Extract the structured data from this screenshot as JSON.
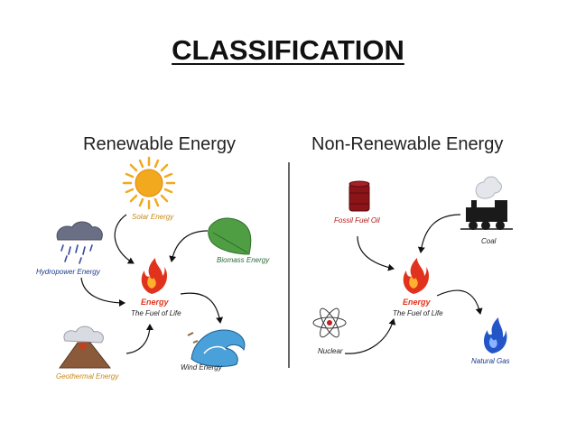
{
  "title": "CLASSIFICATION",
  "renewable": {
    "header": "Renewable Energy",
    "sources": {
      "solar": "Solar Energy",
      "biomass": "Biomass Energy",
      "hydro": "Hydropower Energy",
      "wind": "Wind Energy",
      "geothermal": "Geothermal Energy"
    },
    "center_word": "Energy",
    "center_sub": "The Fuel of Life"
  },
  "nonrenewable": {
    "header": "Non-Renewable Energy",
    "sources": {
      "oil": "Fossil Fuel Oil",
      "coal": "Coal",
      "nuclear": "Nuclear",
      "gas": "Natural Gas"
    },
    "center_word": "Energy",
    "center_sub": "The Fuel of Life"
  },
  "colors": {
    "sun": "#f2a91e",
    "leaf": "#4f9e44",
    "rain": "#3a4aa0",
    "water": "#2f7fc0",
    "flame": "#e0321c",
    "barrel": "#8a1418",
    "gas": "#2355c8"
  }
}
